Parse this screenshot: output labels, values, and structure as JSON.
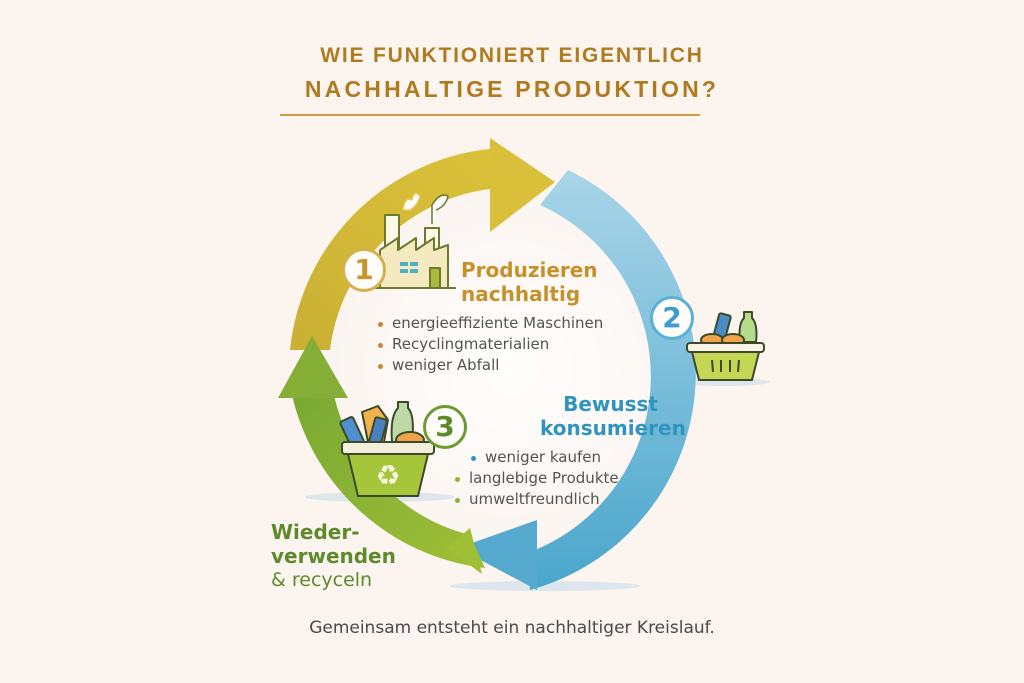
{
  "title": {
    "line1": "WIE FUNKTIONIERT EIGENTLICH",
    "line2": "NACHHALTIGE PRODUKTION?"
  },
  "colors": {
    "title": "#b07a1e",
    "step1": "#d3b63a",
    "step2": "#6bb8d8",
    "step3": "#84ad35",
    "background": "#fbf4ef"
  },
  "steps": [
    {
      "number": "1",
      "heading_line1": "Produzieren",
      "heading_line2": "nachhaltig",
      "icon": "factory-icon",
      "bullets": [
        "energieeffiziente Maschinen",
        "Recyclingmaterialien",
        "weniger Abfall"
      ]
    },
    {
      "number": "2",
      "heading_line1": "Bewusst",
      "heading_line2": "konsumieren",
      "icon": "shopping-basket-icon",
      "bullets": [
        "weniger kaufen",
        "langlebige Produkte",
        "umweltfreundlich"
      ]
    },
    {
      "number": "3",
      "heading_line1": "Wieder-",
      "heading_line2": "verwenden",
      "heading_line3": "& recyceln",
      "icon": "recycling-bin-icon"
    }
  ],
  "footer": "Gemeinsam entsteht ein nachhaltiger Kreislauf."
}
